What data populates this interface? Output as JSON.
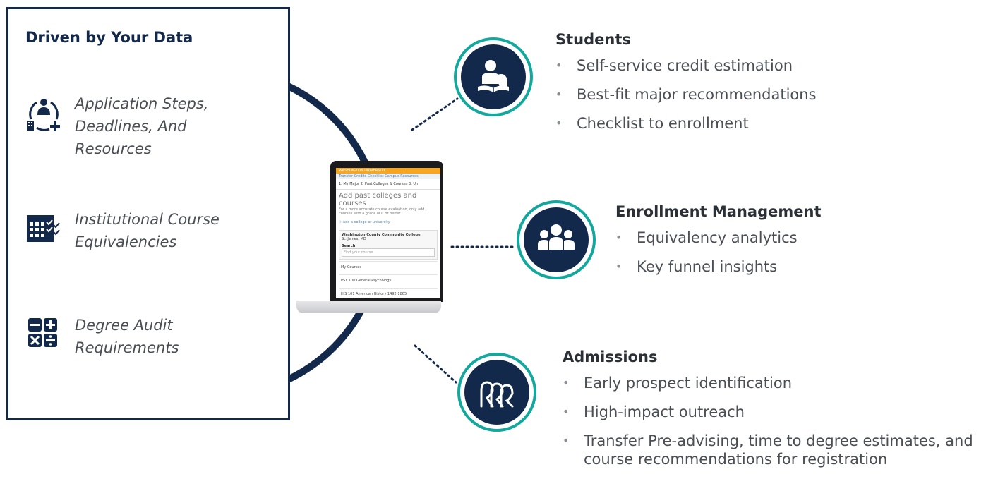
{
  "left_panel": {
    "title": "Driven by Your Data",
    "features": [
      {
        "icon": "applicant-network-icon",
        "text_lines": [
          "Application Steps,",
          "Deadlines, And",
          "Resources"
        ]
      },
      {
        "icon": "calendar-checklist-icon",
        "text_lines": [
          "Institutional Course",
          "Equivalencies"
        ]
      },
      {
        "icon": "calculator-icon",
        "text_lines": [
          "Degree Audit",
          "Requirements"
        ]
      }
    ]
  },
  "laptop_screen": {
    "university": "WASHINGTON UNIVERSITY",
    "nav": "Transfer Credits    Checklist    Campus Resources",
    "steps": "1. My Major     2. Past Colleges & Courses   3. Un",
    "heading": "Add past colleges and courses",
    "subtext": "For a more accurate course evaluation, only add courses with a grade of C or better.",
    "add_link": "+ Add a college or university",
    "college": "Washington County Community College",
    "college_sub": "St. James, MD",
    "search_label": "Search",
    "search_placeholder": "Find your course",
    "my_courses": "My Courses",
    "courses": [
      "PSY 100 General Psychology",
      "HIS 101 American History 1492-1865"
    ]
  },
  "groups": [
    {
      "name": "students",
      "icon": "student-reading-icon",
      "title": "Students",
      "items": [
        "Self-service credit estimation",
        "Best-fit major recommendations",
        "Checklist to enrollment"
      ]
    },
    {
      "name": "enrollment",
      "icon": "group-people-icon",
      "title": "Enrollment Management",
      "items": [
        "Equivalency analytics",
        "Key funnel insights"
      ]
    },
    {
      "name": "admissions",
      "icon": "people-outline-icon",
      "title": "Admissions",
      "items": [
        "Early prospect identification",
        "High-impact outreach",
        "Transfer Pre-advising, time to degree estimates, and course recommendations for registration"
      ]
    }
  ],
  "colors": {
    "navy": "#13294b",
    "teal": "#13a89e"
  }
}
